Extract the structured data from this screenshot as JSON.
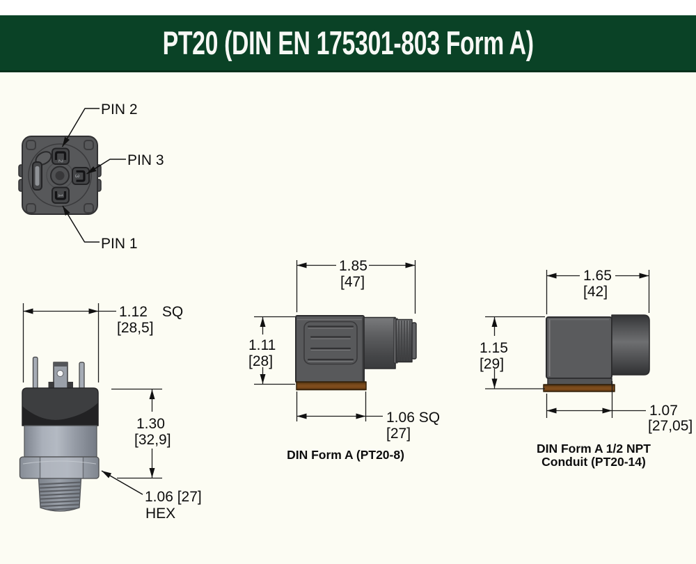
{
  "header": {
    "title": "PT20 (DIN EN 175301-803 Form A)",
    "banner_color": "#0a4226",
    "text_color": "#f7f8f5"
  },
  "pin_view": {
    "labels": [
      "PIN 2",
      "PIN 3",
      "PIN 1"
    ],
    "numbers": [
      "2",
      "3",
      "1"
    ]
  },
  "transducer_view": {
    "width_value": "1.12",
    "width_suffix": "SQ",
    "width_metric": "[28,5]",
    "height_value": "1.30",
    "height_metric": "[32,9]",
    "hex_value": "1.06 [27]",
    "hex_suffix": "HEX"
  },
  "din_form_a_view": {
    "caption": "DIN Form A (PT20-8)",
    "width_value": "1.85",
    "width_metric": "[47]",
    "height_value": "1.11",
    "height_metric": "[28]",
    "base_value": "1.06 SQ",
    "base_metric": "[27]"
  },
  "conduit_view": {
    "caption_line1": "DIN Form A 1/2 NPT",
    "caption_line2": "Conduit (PT20-14)",
    "width_value": "1.65",
    "width_metric": "[42]",
    "height_value": "1.15",
    "height_metric": "[29]",
    "base_value": "1.07",
    "base_metric": "[27,05]"
  },
  "colors": {
    "background": "#fcfcf3",
    "housing_gray": "#58595b",
    "metal_gray": "#9aa0a9",
    "gasket_brown": "#7c4b1c",
    "line_color": "#1c1c1c"
  }
}
